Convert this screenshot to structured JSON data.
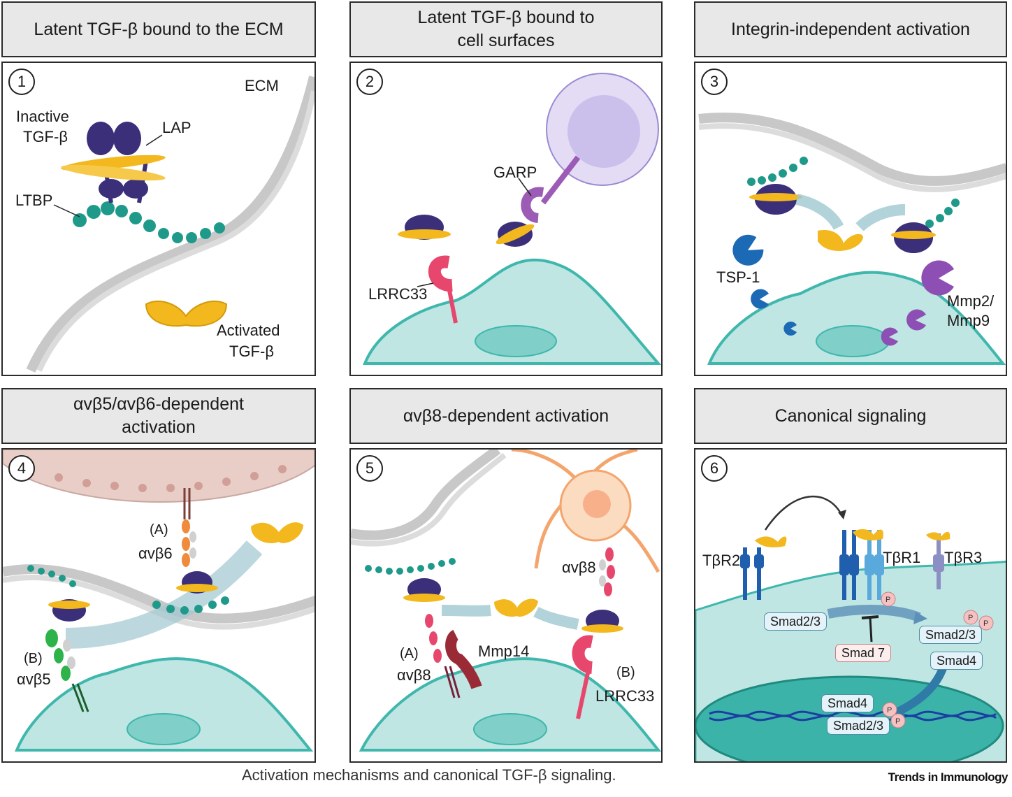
{
  "panels": [
    {
      "number": "1",
      "header": [
        "Latent TGF-β bound to the ECM"
      ],
      "labels": {
        "ecm": "ECM",
        "inactive_1": "Inactive",
        "inactive_2": "TGF-β",
        "lap": "LAP",
        "ltbp": "LTBP",
        "activated_1": "Activated",
        "activated_2": "TGF-β"
      }
    },
    {
      "number": "2",
      "header": [
        "Latent TGF-β bound to",
        "cell surfaces"
      ],
      "labels": {
        "garp": "GARP",
        "lrrc33": "LRRC33"
      }
    },
    {
      "number": "3",
      "header": [
        "Integrin-independent activation"
      ],
      "labels": {
        "tsp1": "TSP-1",
        "mmp_1": "Mmp2/",
        "mmp_2": "Mmp9"
      }
    },
    {
      "number": "4",
      "header": [
        "αvβ5/αvβ6-dependent",
        "activation"
      ],
      "labels": {
        "a": "(A)",
        "avb6": "αvβ6",
        "b": "(B)",
        "avb5": "αvβ5"
      }
    },
    {
      "number": "5",
      "header": [
        "αvβ8-dependent activation"
      ],
      "labels": {
        "avb8_top": "αvβ8",
        "mmp14": "Mmp14",
        "a": "(A)",
        "avb8_low": "αvβ8",
        "b": "(B)",
        "lrrc33": "LRRC33"
      }
    },
    {
      "number": "6",
      "header": [
        "Canonical signaling"
      ],
      "labels": {
        "tbr2": "TβR2",
        "tbr1": "TβR1",
        "tbr3": "TβR3",
        "smad23_a": "Smad2/3",
        "smad23_b": "Smad2/3",
        "smad7": "Smad 7",
        "smad4_a": "Smad4",
        "smad4_b": "Smad4",
        "smad23_c": "Smad2/3",
        "p": "P"
      }
    }
  ],
  "caption": "Activation mechanisms and canonical TGF-β signaling.",
  "brand": "Trends in Immunology",
  "colors": {
    "cell": "#bfe6e2",
    "cell_border": "#3fb7ad",
    "nucleus": "#80cfc8",
    "tgfb": "#f2b81d",
    "lap": "#3b2f7a",
    "ltbp": "#1f9a8a",
    "fiber": "#c8c8c8",
    "lrrc33": "#e8476d",
    "garp": "#9c5bb5",
    "tsp1": "#1c6ab5",
    "mmp": "#8e4fb4",
    "epithelium": "#e9cec8",
    "receptor": "#1f5fae",
    "receptor_light": "#5aa9dc",
    "nucleus_dark": "#3bb3a9"
  }
}
